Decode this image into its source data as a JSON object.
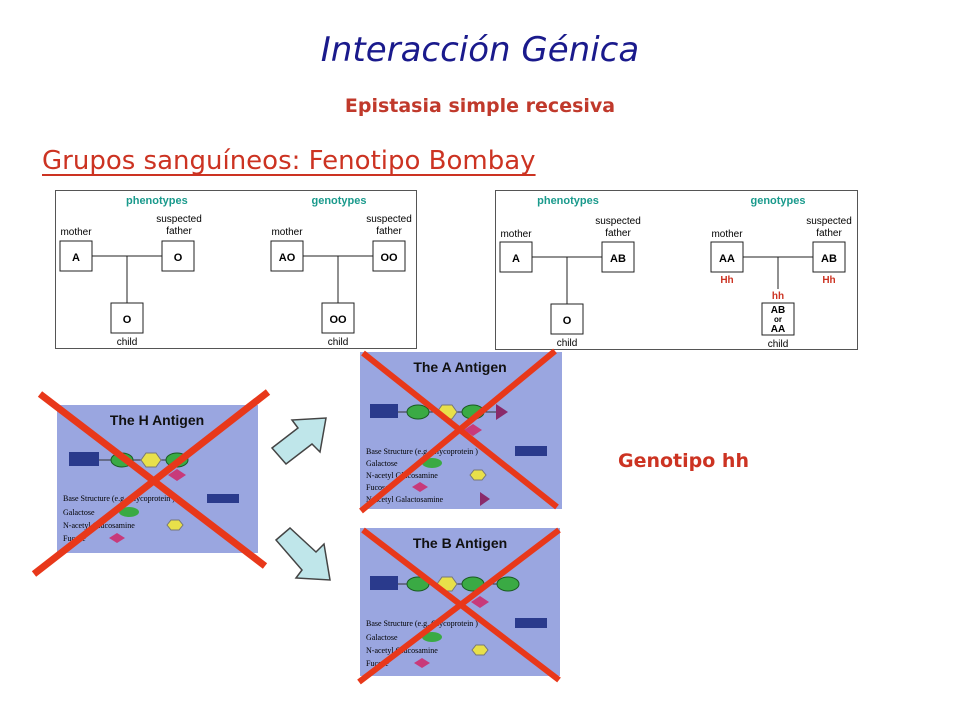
{
  "title": "Interacción Génica",
  "subtitle": "Epistasia simple recesiva",
  "heading": "Grupos sanguíneos: Fenotipo Bombay",
  "genotype_label": "Genotipo hh",
  "colors": {
    "title": "#1a1a8c",
    "accent_red": "#cc3322",
    "teal_label": "#1a9a8c",
    "panel_bg": "#9aa6e0",
    "cross_red": "#e8381a",
    "base_structure": "#2a3a8c",
    "galactose": "#3aaa44",
    "n_acetyl_glucosamine": "#e8e04a",
    "fucose": "#c83a7a",
    "n_acetyl_galactosamine": "#8a2a6a"
  },
  "pedigree_left": {
    "phenotypes_label": "phenotypes",
    "genotypes_label": "genotypes",
    "pheno": {
      "mother_label": "mother",
      "father_label": "suspected\nfather",
      "child_label": "child",
      "mother": "A",
      "father": "O",
      "child": "O"
    },
    "geno": {
      "mother_label": "mother",
      "father_label": "suspected\nfather",
      "child_label": "child",
      "mother": "AO",
      "father": "OO",
      "child": "OO"
    }
  },
  "pedigree_right": {
    "phenotypes_label": "phenotypes",
    "genotypes_label": "genotypes",
    "pheno": {
      "mother_label": "mother",
      "father_label": "suspected\nfather",
      "child_label": "child",
      "mother": "A",
      "father": "AB",
      "child": "O"
    },
    "geno": {
      "mother_label": "mother",
      "father_label": "suspected\nfather",
      "child_label": "child",
      "mother": "AA",
      "father": "AB",
      "child_top": "AB",
      "child_mid": "or",
      "child_bot": "AA",
      "mother_sub": "Hh",
      "father_sub": "Hh",
      "child_sub": "hh"
    }
  },
  "antigen_h": {
    "title": "The H Antigen",
    "legend": [
      "Base Structure (e.g. Glycoprotein )",
      "Galactose",
      "N-acetyl Glucosamine",
      "Fucose"
    ]
  },
  "antigen_a": {
    "title": "The A Antigen",
    "legend": [
      "Base Structure (e.g. Glycoprotein )",
      "Galactose",
      "N-acetyl Glucosamine",
      "Fucose",
      "N-acetyl Galactosamine"
    ]
  },
  "antigen_b": {
    "title": "The B Antigen",
    "legend": [
      "Base Structure (e.g. Glycoprotein )",
      "Galactose",
      "N-acetyl Glucosamine",
      "Fucose"
    ]
  }
}
